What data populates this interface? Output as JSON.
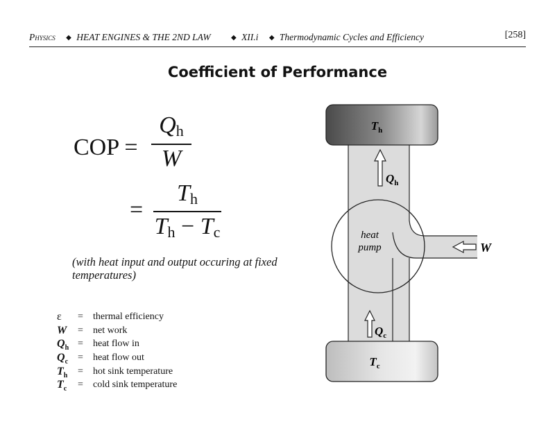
{
  "header": {
    "subject": "Physics",
    "section": "HEAT ENGINES & THE 2ND LAW",
    "chapter": "XII.i",
    "topic": "Thermodynamic Cycles and Efficiency",
    "page": "[258]"
  },
  "title": "Coefficient of Performance",
  "equation": {
    "lhs": "COP =",
    "eq2": "=",
    "minus": "−"
  },
  "note": "(with heat input and output occuring at fixed temperatures)",
  "legend": [
    {
      "symbol": "ε",
      "sub": "",
      "description": "thermal efficiency"
    },
    {
      "symbol": "W",
      "sub": "",
      "description": "net work"
    },
    {
      "symbol": "Q",
      "sub": "h",
      "description": "heat flow in"
    },
    {
      "symbol": "Q",
      "sub": "c",
      "description": "heat flow out"
    },
    {
      "symbol": "T",
      "sub": "h",
      "description": "hot sink temperature"
    },
    {
      "symbol": "T",
      "sub": "c",
      "description": "cold sink temperature"
    }
  ],
  "legend_equals": "=",
  "diagram": {
    "hot_reservoir": "T",
    "hot_sub": "h",
    "cold_reservoir": "T",
    "cold_sub": "c",
    "pump_line1": "heat",
    "pump_line2": "pump",
    "work_label": "W",
    "qh_label": "Q",
    "qh_sub": "h",
    "qc_label": "Q",
    "qc_sub": "c"
  },
  "colors": {
    "channel_fill": "#dcdcdc",
    "hot_dark": "#5a5a5a",
    "cold_light": "#d8d8d8",
    "ink": "#111111"
  }
}
